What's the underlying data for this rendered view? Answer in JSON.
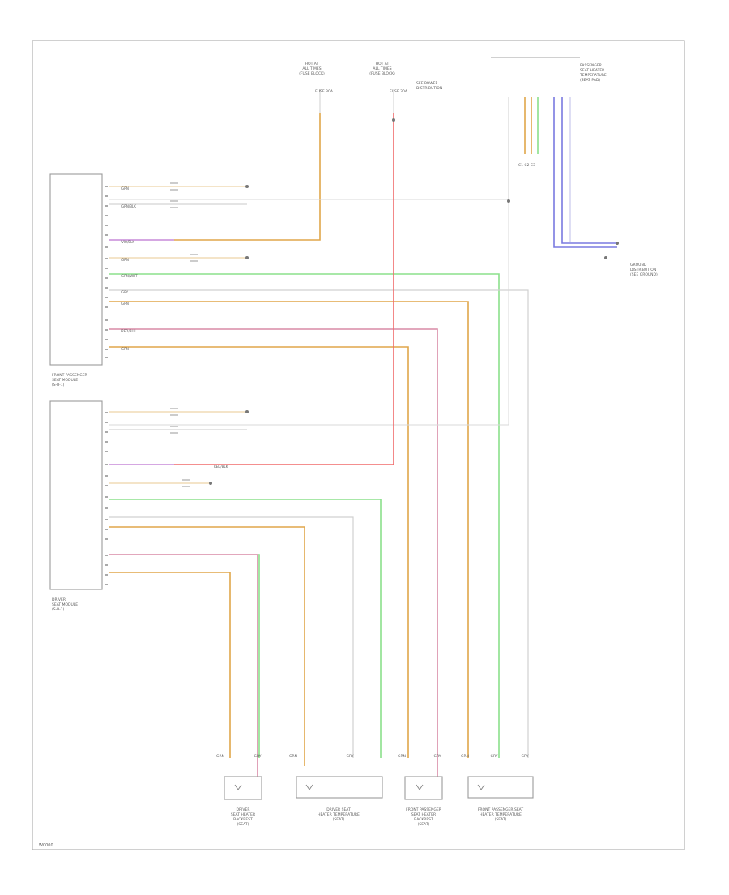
{
  "diagram": {
    "footer_code": "W0000",
    "modules": [
      {
        "id": "m1",
        "label": [
          "FRONT PASSENGER",
          "SEAT MODULE",
          "(S-B-1)"
        ]
      },
      {
        "id": "m2",
        "label": [
          "DRIVER",
          "SEAT MODULE",
          "(S-B-1)"
        ]
      }
    ],
    "top_components": [
      {
        "id": "tc1",
        "label": [
          "HOT AT",
          "ALL TIMES",
          "(FUSE BLOCK)"
        ],
        "fuse": "FUSE 30A"
      },
      {
        "id": "tc2",
        "label": [
          "HOT AT",
          "ALL TIMES",
          "(FUSE BLOCK)"
        ],
        "fuse": "FUSE 30A"
      },
      {
        "id": "tc3",
        "label": [
          "SEE POWER",
          "DISTRIBUTION"
        ]
      },
      {
        "id": "tc4",
        "label": [
          "PASSENGER",
          "SEAT HEATER",
          "TEMPERATURE",
          "(SEAT PAD)"
        ]
      },
      {
        "id": "tc5",
        "label": [
          "GROUND",
          "DISTRIBUTION",
          "(SEE GROUND)"
        ]
      }
    ],
    "connector_label": "C1 C2 C3",
    "bottom_components": [
      {
        "id": "b1",
        "label": [
          "DRIVER",
          "SEAT HEATER",
          "BACKREST",
          "(SEAT)"
        ],
        "pins": [
          "GRN",
          "GRY"
        ]
      },
      {
        "id": "b2",
        "label": [
          "DRIVER SEAT",
          "HEATER TEMPERATURE",
          "(SEAT)"
        ],
        "pins": [
          "GRN",
          "GRY"
        ]
      },
      {
        "id": "b3",
        "label": [
          "FRONT PASSENGER",
          "SEAT HEATER",
          "BACKREST",
          "(SEAT)"
        ],
        "pins": [
          "GRN",
          "GRY"
        ]
      },
      {
        "id": "b4",
        "label": [
          "FRONT PASSENGER SEAT",
          "HEATER TEMPERATURE",
          "(SEAT)"
        ],
        "pins": [
          "GRN",
          "GRY",
          "GRY"
        ]
      }
    ],
    "wire_labels": [
      "GRN",
      "GRN/BLK",
      "VIO/BLK",
      "GRN",
      "GRN/WHT",
      "GRY",
      "GRN",
      "RED/BLU",
      "GRN",
      "RED/BLK"
    ],
    "colors": {
      "orange": "#e0a64a",
      "red": "#f06a6a",
      "green": "#8be08b",
      "pink": "#d98aa6",
      "violet": "#c78ad9",
      "blue": "#7a7ae0",
      "gray": "#c8c8c8"
    }
  }
}
